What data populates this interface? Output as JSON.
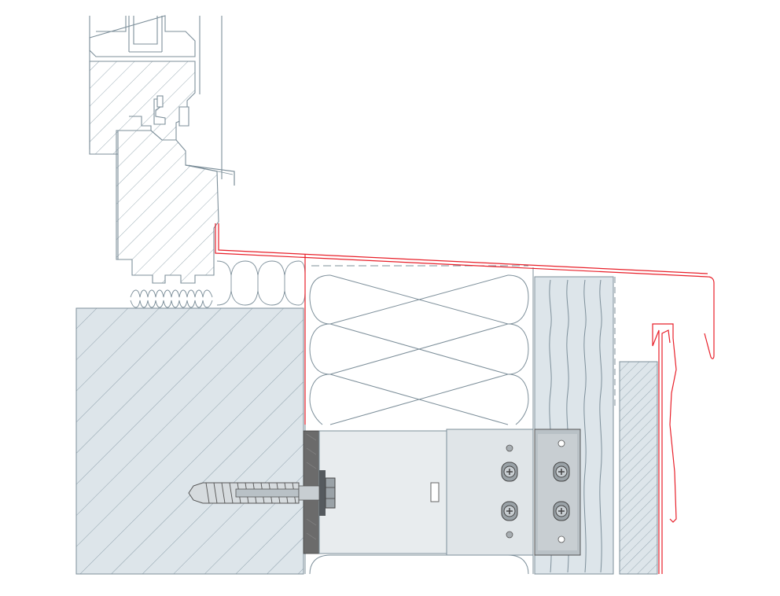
{
  "diagram": {
    "colors": {
      "line": "#7d8f9a",
      "fill_light": "#dde5ea",
      "fill_mid": "#c9d3d9",
      "bracket_fill": "#e8ecee",
      "bracket_dark": "#6b6b6b",
      "flashing_red": "#e8202a",
      "dark_metal": "#555a5e",
      "background": "#ffffff"
    },
    "parts": [
      "window-frame",
      "window-sill-insulation",
      "concrete-wall",
      "mineral-wool-insulation",
      "timber-board",
      "facade-cladding",
      "sill-flashing",
      "console-bracket",
      "wall-anchor",
      "screw"
    ]
  }
}
